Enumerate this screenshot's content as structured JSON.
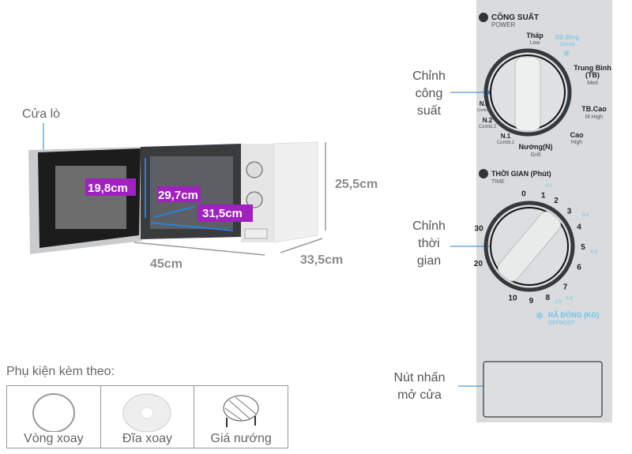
{
  "microwave": {
    "door_label": "Cửa lò",
    "dimensions": {
      "inner_height": "19,8cm",
      "inner_depth": "29,7cm",
      "inner_width": "31,5cm",
      "height": "25,5cm",
      "width": "45cm",
      "depth": "33,5cm"
    },
    "highlight_color": "#a020c0",
    "arrow_color": "#2b7fd6"
  },
  "callouts": {
    "power": [
      "Chỉnh",
      "công",
      "suất"
    ],
    "time": [
      "Chỉnh",
      "thời",
      "gian"
    ],
    "door_button": [
      "Nút nhấn",
      "mở cửa"
    ]
  },
  "panel": {
    "power": {
      "title": "CÔNG SUẤT",
      "subtitle": "POWER",
      "icon": "power-level-icon",
      "settings": [
        {
          "label": "Thấp",
          "sub": "Low"
        },
        {
          "label": "Rã đông",
          "sub": "Defrost"
        },
        {
          "label": "Trung Bình",
          "label2": "(TB)",
          "sub": "Med"
        },
        {
          "label": "TB.Cao",
          "sub": "M.High"
        },
        {
          "label": "Cao",
          "sub": "High"
        },
        {
          "label": "Nướng(N)",
          "sub": "Grill"
        },
        {
          "label": "N.1",
          "sub": "Combi.1"
        },
        {
          "label": "N.2",
          "sub": "Combi.2"
        },
        {
          "label": "N.3",
          "sub": "Combi.3"
        }
      ]
    },
    "time": {
      "title": "THỜI GIAN (Phút)",
      "subtitle": "TIME",
      "icon": "clock-icon",
      "ticks": [
        "0",
        "1",
        "2",
        "3",
        "4",
        "5",
        "6",
        "7",
        "8",
        "9",
        "10",
        "20",
        "30"
      ],
      "defrost_weights": [
        "0.1",
        "0.2",
        "0.3",
        "0.4",
        "0.5"
      ],
      "defrost_title": "RÃ ĐÔNG (KG)",
      "defrost_subtitle": "DEFROST"
    }
  },
  "accessories": {
    "title": "Phụ kiện kèm theo:",
    "items": [
      {
        "label": "Vòng xoay",
        "icon": "roller-ring-icon"
      },
      {
        "label": "Đĩa xoay",
        "icon": "turntable-plate-icon"
      },
      {
        "label": "Giá nướng",
        "icon": "grill-rack-icon"
      }
    ]
  }
}
